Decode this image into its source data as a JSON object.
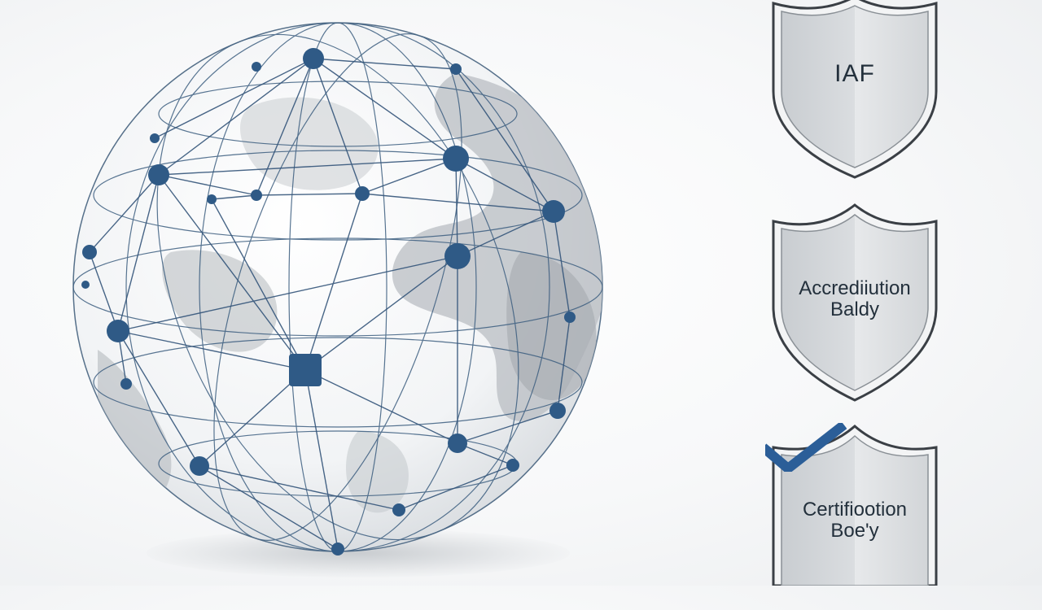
{
  "shields": [
    {
      "label_line1": "IAF",
      "label_line2": ""
    },
    {
      "label_line1": "Accrediiution",
      "label_line2": "Baldy"
    },
    {
      "label_line1": "Certifiootion",
      "label_line2": "Boe'y"
    }
  ],
  "icons": {
    "globe": "network-globe-icon",
    "shield": "shield-icon",
    "check": "checkmark-icon"
  },
  "colors": {
    "node": "#2f5a86",
    "line": "#3b5d7f",
    "shield_fill": "#d9dcdf",
    "shield_stroke": "#3a3f45",
    "check": "#2b5e98"
  }
}
